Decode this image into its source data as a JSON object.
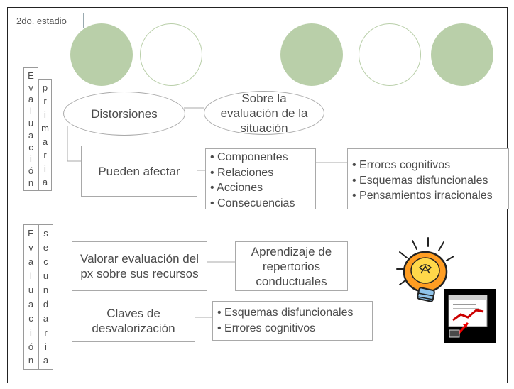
{
  "stage_label": "2do. estadio",
  "primary": {
    "vertical_label_1": [
      "E",
      "v",
      "a",
      "l",
      "u",
      "a",
      "c",
      "i",
      "ó",
      "n"
    ],
    "vertical_label_2": [
      "p",
      "r",
      "i",
      "m",
      "a",
      "r",
      "i",
      "a"
    ],
    "distortions": "Distorsiones",
    "about_evaluation": "Sobre la evaluación de la situación",
    "can_affect": "Pueden afectar",
    "affected_items": [
      "• Componentes",
      "• Relaciones",
      "• Acciones",
      "• Consecuencias"
    ],
    "errors_items": [
      "• Errores cognitivos",
      "• Esquemas disfuncionales",
      "• Pensamientos irracionales"
    ]
  },
  "secondary": {
    "vertical_label_1": [
      "E",
      "v",
      "a",
      "l",
      "u",
      "a",
      "c",
      "i",
      "ó",
      "n"
    ],
    "vertical_label_2": [
      "s",
      "e",
      "c",
      "u",
      "n",
      "d",
      "a",
      "r",
      "i",
      "a"
    ],
    "assess_resources": "Valorar evaluación del px sobre sus recursos",
    "learning_repertoires": "Aprendizaje de repertorios conductuales",
    "devaluation_keys": "Claves de desvalorización",
    "devaluation_items": [
      "• Esquemas disfuncionales",
      "• Errores cognitivos"
    ]
  },
  "colors": {
    "circle_fill": "#b9cfa9",
    "border": "#a9a9a9",
    "text": "#4b4b4b"
  },
  "icons": [
    "lightbulb-icon",
    "chart-presentation-icon"
  ]
}
